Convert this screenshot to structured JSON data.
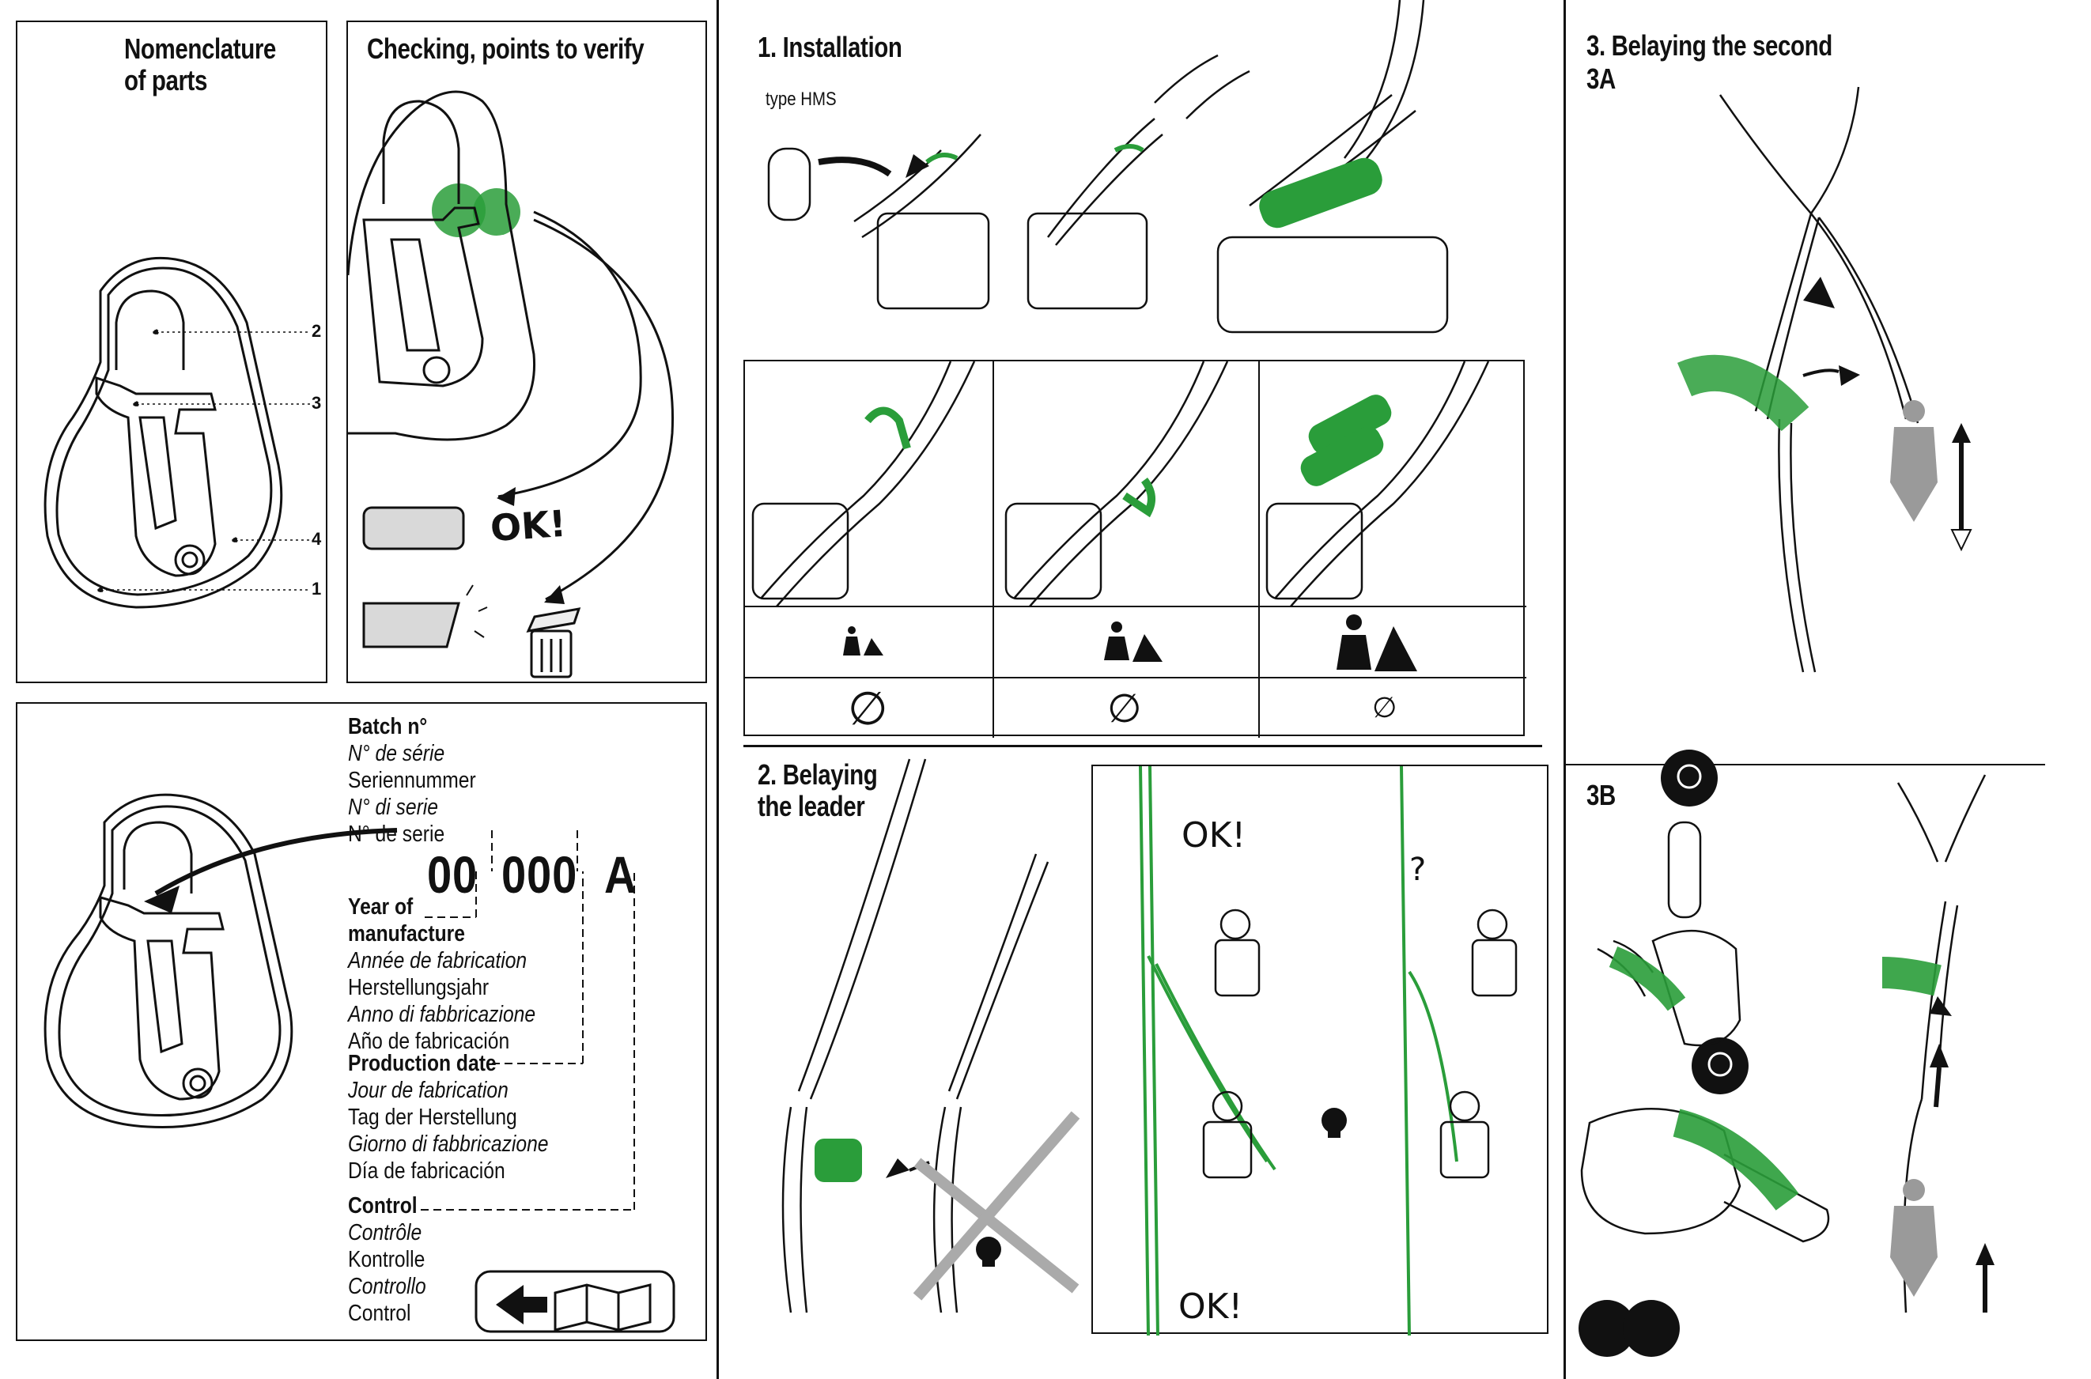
{
  "panels": {
    "nomenclature": {
      "title": "Nomenclature\nof parts",
      "parts": [
        "2",
        "3",
        "4",
        "1"
      ]
    },
    "checking": {
      "title": "Checking, points to verify",
      "ok_label": "OK!"
    },
    "batch": {
      "batch_heading": "Batch n°",
      "batch_translations": [
        "N° de série",
        "Seriennummer",
        "N° di serie",
        "N° de serie"
      ],
      "code_parts": [
        "00",
        "000",
        "A"
      ],
      "year": {
        "heading": "Year of\nmanufacture",
        "translations": [
          "Année de fabrication",
          "Herstellungsjahr",
          "Anno di fabbricazione",
          "Año de fabricación"
        ]
      },
      "production": {
        "heading": "Production date",
        "translations": [
          "Jour de fabrication",
          "Tag der Herstellung",
          "Giorno di fabbricazione",
          "Día de fabricación"
        ]
      },
      "control": {
        "heading": "Control",
        "translations": [
          "Contrôle",
          "Kontrolle",
          "Controllo",
          "Control"
        ]
      }
    },
    "installation": {
      "title": "1. Installation",
      "type_label": "type HMS",
      "diameter_symbol": "∅"
    },
    "belay_leader": {
      "title": "2. Belaying\nthe leader",
      "ok_top": "OK!",
      "ok_bottom": "OK!",
      "question": "?"
    },
    "belay_second": {
      "title": "3. Belaying the second",
      "sub_a": "3A",
      "sub_b": "3B"
    }
  },
  "colors": {
    "green": "#2a9d3a",
    "ink": "#111111",
    "grey_figure": "#9a9a9a",
    "label_box": "#d9d9d9"
  }
}
